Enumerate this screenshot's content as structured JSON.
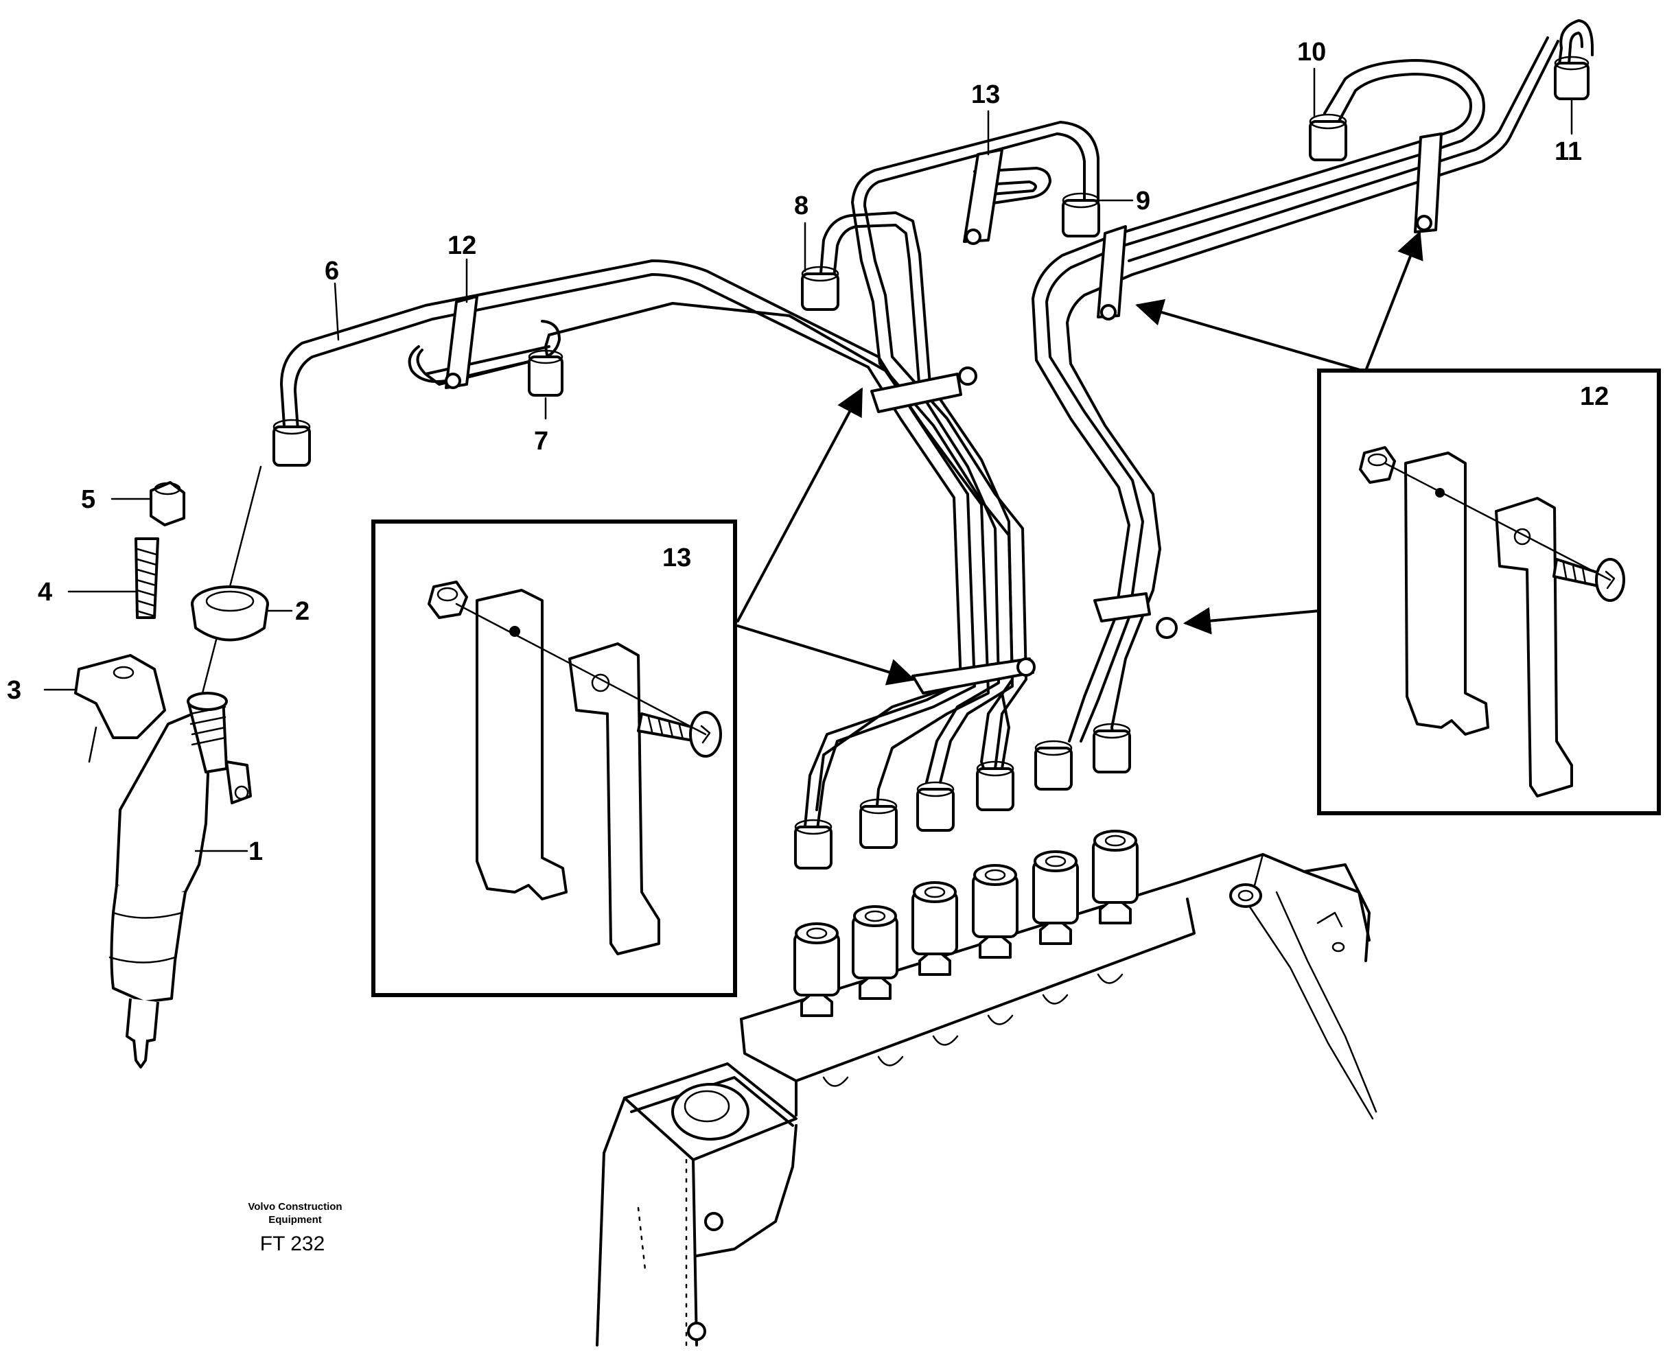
{
  "drawing": {
    "callouts": [
      "1",
      "2",
      "3",
      "4",
      "5",
      "6",
      "7",
      "8",
      "9",
      "10",
      "11",
      "12",
      "13"
    ],
    "inset_left_label": "13",
    "inset_right_label": "12"
  },
  "footer": {
    "line1": "Volvo Construction",
    "line2": "Equipment",
    "code": "FT 232"
  }
}
